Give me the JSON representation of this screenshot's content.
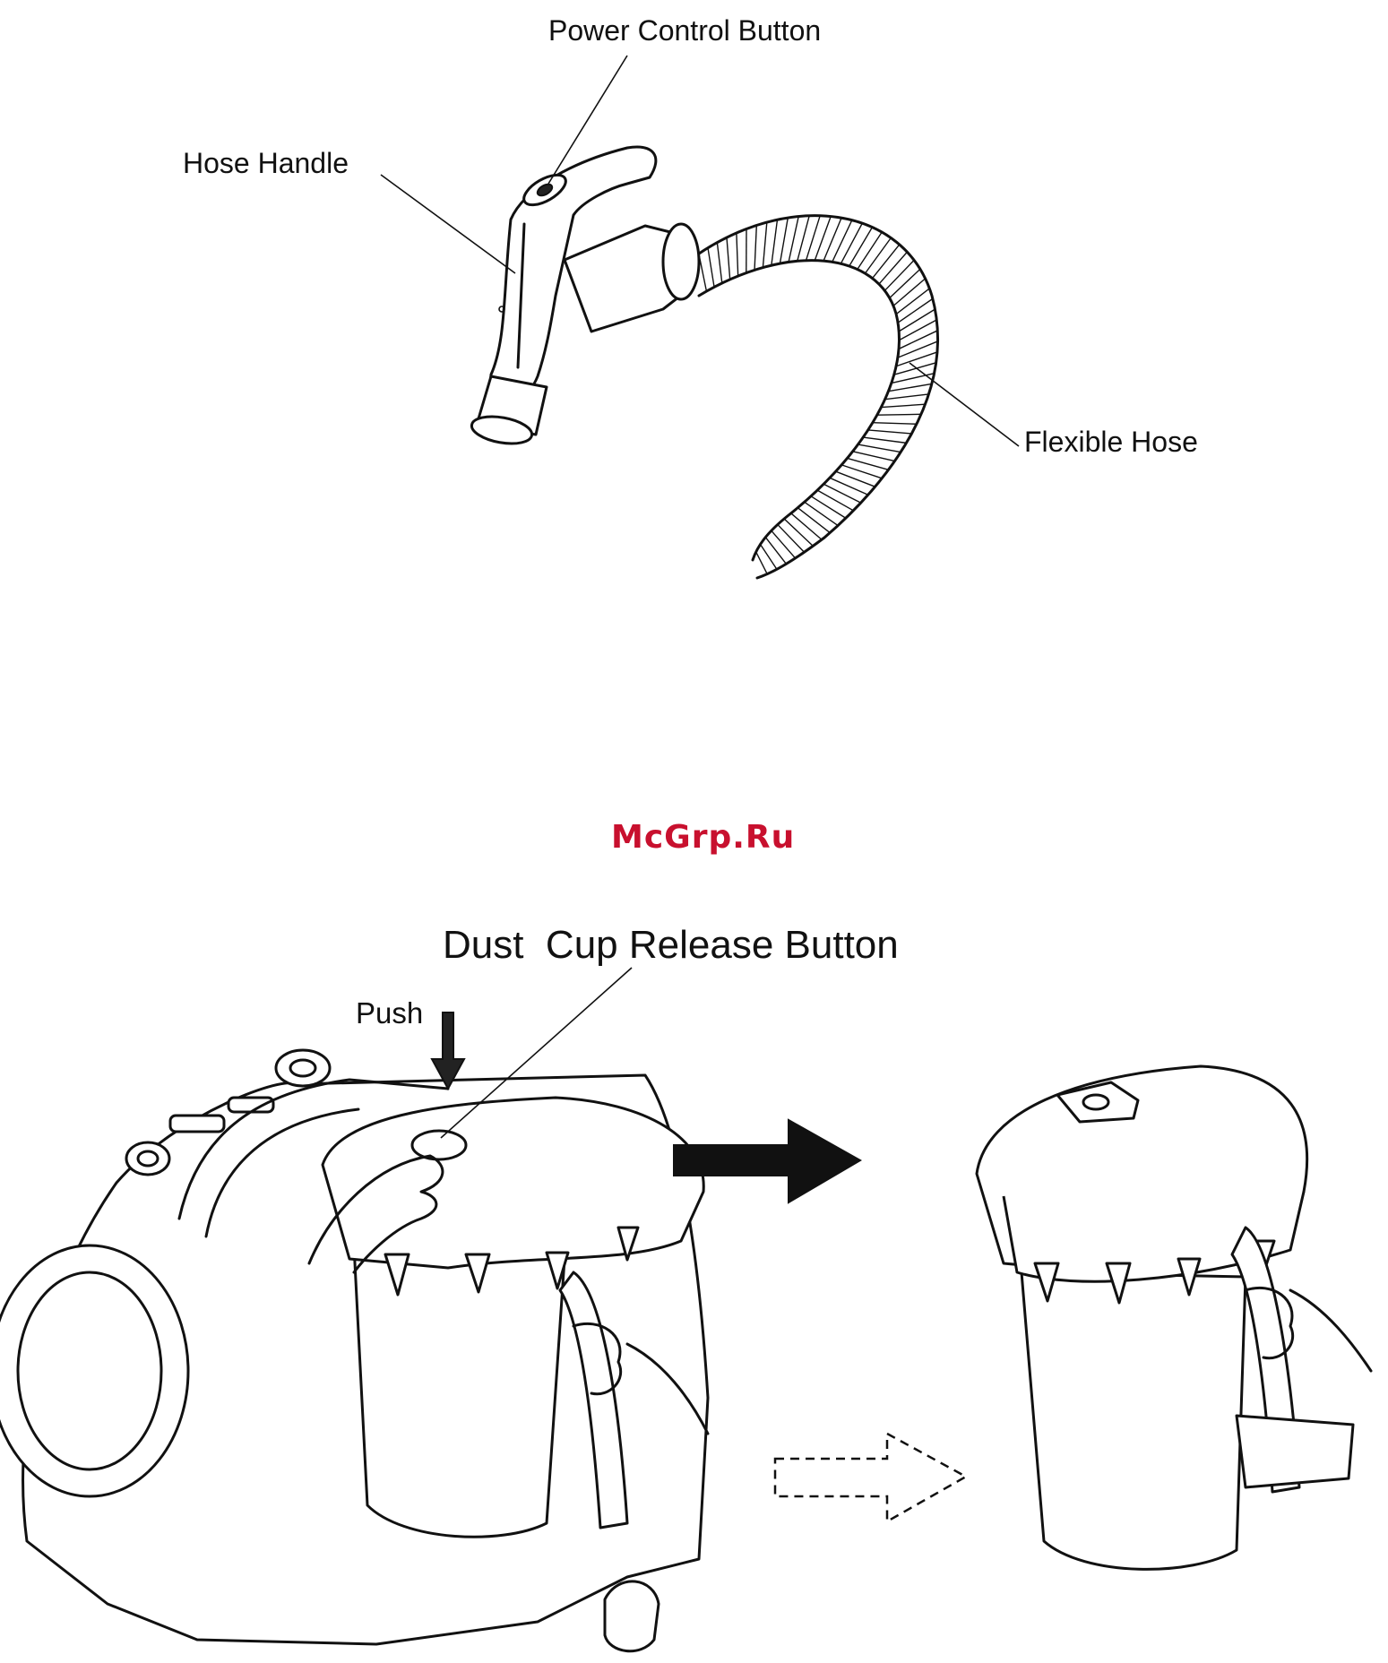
{
  "labels": {
    "power_control_button": "Power Control Button",
    "hose_handle": "Hose Handle",
    "flexible_hose": "Flexible Hose",
    "dust_cup_release_button": "Dust  Cup Release Button",
    "push": "Push"
  },
  "watermark": {
    "text": "McGrp.Ru",
    "color": "#c8102e"
  },
  "colors": {
    "line": "#111111",
    "background": "#ffffff"
  }
}
